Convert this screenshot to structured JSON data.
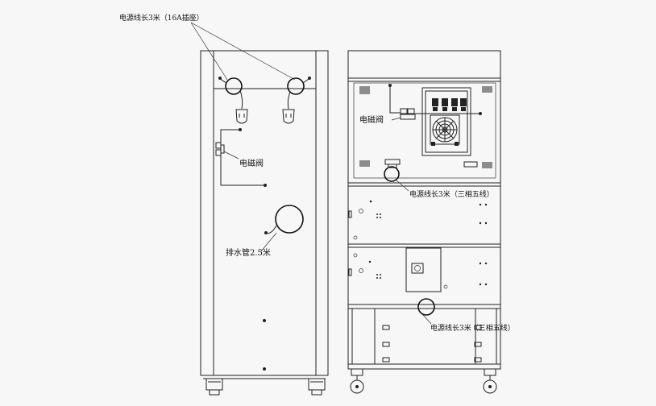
{
  "labels": {
    "power_cord_16a": "电源线长3米（16A插座）",
    "solenoid_valve_left": "电磁阀",
    "drain_pipe": "排水管2.5米",
    "solenoid_valve_right": "电磁阀",
    "power_cord_3phase_upper": "电源线长3米（三相五线）",
    "power_cord_3phase_lower": "电源线长3米（三相五线）"
  }
}
